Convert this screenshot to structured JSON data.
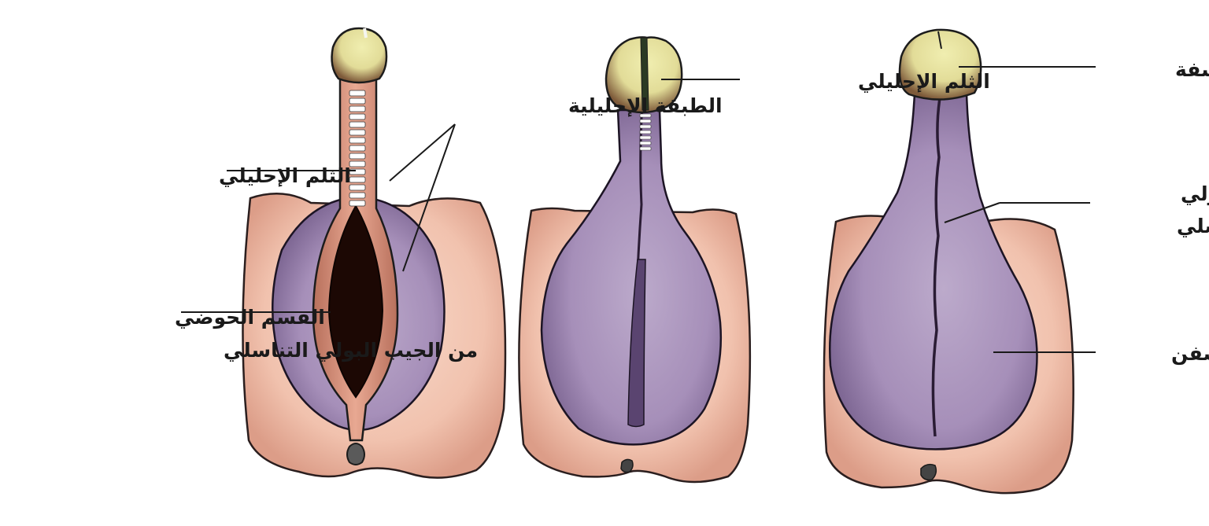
{
  "labels": {
    "glans": "الحشفة",
    "urethral_raphe_line1": "الرفاء البولي",
    "urethral_raphe_line2": "التناسلي",
    "scrotum": "الصفن",
    "urethral_groove_middle": "الثلم الإحليلي",
    "urethral_folds": "الطبقة الإحليلية",
    "urethral_groove_left": "الثلم الإحليلي",
    "pelvic_part_line1": "القسم الحوضي",
    "pelvic_part_line2": "من الجيب البولي التناسلي"
  },
  "colors": {
    "skin_light": "#f7d3c3",
    "skin_dark": "#e4a58f",
    "purple_light": "#b8a3c8",
    "purple_dark": "#7d6592",
    "glans_light": "#ece9a4",
    "glans_dark": "#6e4e33",
    "fold": "#d9917a",
    "cavity": "#1c0804"
  }
}
